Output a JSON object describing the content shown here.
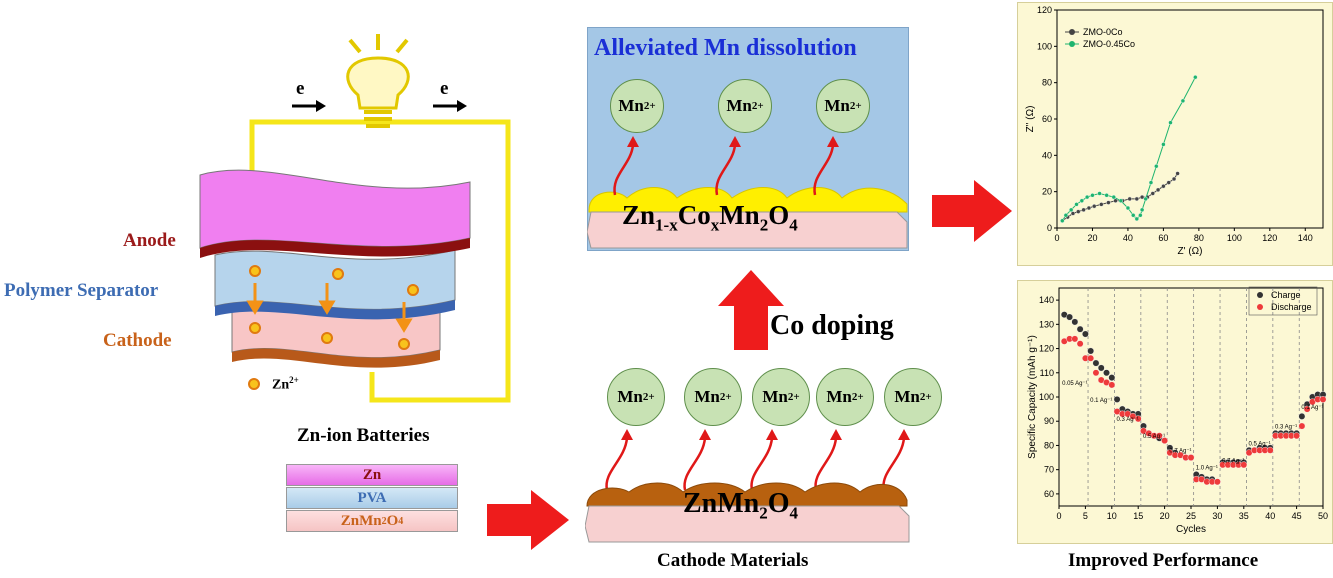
{
  "battery": {
    "electron_left": "e",
    "electron_right": "e",
    "anode": "Anode",
    "separator": "Polymer Separator",
    "cathode": "Cathode",
    "zn_ion": "Zn",
    "zn_charge": "2+",
    "title": "Zn-ion Batteries"
  },
  "stack": {
    "layer1": "Zn",
    "layer2": "PVA",
    "layer3_base": "ZnMn",
    "layer3_sub": "2",
    "layer3_tail": "O",
    "layer3_sub2": "4"
  },
  "doped": {
    "banner": "Alleviated Mn dissolution",
    "formula": {
      "p1": "Zn",
      "s1": "1-x",
      "p2": "Co",
      "s2": "x",
      "p3": "Mn",
      "s3": "2",
      "p4": "O",
      "s4": "4"
    },
    "ions": [
      "Mn",
      "Mn",
      "Mn"
    ],
    "ion_charge": "2+"
  },
  "undoped": {
    "formula": {
      "p1": "ZnMn",
      "s1": "2",
      "p2": "O",
      "s2": "4"
    },
    "ions": [
      "Mn",
      "Mn",
      "Mn",
      "Mn",
      "Mn"
    ],
    "ion_charge": "2+",
    "title": "Cathode Materials"
  },
  "co_doping": "Co doping",
  "performance_title": "Improved Performance",
  "colors": {
    "arrow_red": "#ee1c1c",
    "anode": "#f07ff0",
    "separator": "#b6d4ec",
    "cathode": "#f6c4c4",
    "ion_green": "#c8e2b4",
    "banner_blue": "#1a2fd6",
    "chart_bg": "#fcf8d4"
  },
  "chart_data": [
    {
      "type": "scatter",
      "xlabel": "Z' (Ω)",
      "ylabel": "Z'' (Ω)",
      "xlim": [
        0,
        150
      ],
      "ylim": [
        0,
        120
      ],
      "xticks": [
        "0",
        "20",
        "40",
        "60",
        "80",
        "100",
        "120",
        "140"
      ],
      "yticks": [
        "0",
        "20",
        "40",
        "60",
        "80",
        "100",
        "120"
      ],
      "legend_position": "top-left",
      "series": [
        {
          "name": "ZMO-0Co",
          "color": "#444444",
          "x": [
            3,
            6,
            9,
            12,
            15,
            18,
            21,
            25,
            29,
            33,
            37,
            41,
            45,
            48,
            51,
            54,
            57,
            60,
            63,
            66,
            68
          ],
          "y": [
            4,
            6,
            8,
            9,
            10,
            11,
            12,
            13,
            14,
            15,
            15,
            16,
            16,
            17,
            17,
            19,
            21,
            23,
            25,
            27,
            30
          ]
        },
        {
          "name": "ZMO-0.45Co",
          "color": "#1eb46e",
          "x": [
            3,
            5,
            8,
            11,
            14,
            17,
            20,
            24,
            28,
            32,
            36,
            40,
            43,
            45,
            47,
            48,
            50,
            53,
            56,
            60,
            64,
            71,
            78
          ],
          "y": [
            4,
            7,
            10,
            13,
            15,
            17,
            18,
            19,
            18,
            17,
            15,
            11,
            7,
            5,
            7,
            10,
            16,
            25,
            34,
            46,
            58,
            70,
            83
          ]
        }
      ]
    },
    {
      "type": "scatter",
      "xlabel": "Cycles",
      "ylabel": "Specific Capacity (mAh g⁻¹)",
      "xlim": [
        0,
        50
      ],
      "ylim": [
        55,
        145
      ],
      "xticks": [
        "0",
        "5",
        "10",
        "15",
        "20",
        "25",
        "30",
        "35",
        "40",
        "45",
        "50"
      ],
      "yticks": [
        "60",
        "70",
        "80",
        "90",
        "100",
        "110",
        "120",
        "130",
        "140"
      ],
      "legend_position": "top-right",
      "rate_labels": [
        "0.05 Ag⁻¹",
        "0.1 Ag⁻¹",
        "0.3 Ag⁻¹",
        "0.5 Ag⁻¹",
        "0.7 Ag⁻¹",
        "1.0 Ag⁻¹",
        "0.7 Ag⁻¹",
        "0.5 Ag⁻¹",
        "0.3 Ag⁻¹",
        "0.1 Ag⁻¹"
      ],
      "series": [
        {
          "name": "Charge",
          "color": "#333333",
          "x": [
            1,
            2,
            3,
            4,
            5,
            6,
            7,
            8,
            9,
            10,
            11,
            12,
            13,
            14,
            15,
            16,
            17,
            18,
            19,
            20,
            21,
            22,
            23,
            24,
            25,
            26,
            27,
            28,
            29,
            30,
            31,
            32,
            33,
            34,
            35,
            36,
            37,
            38,
            39,
            40,
            41,
            42,
            43,
            44,
            45,
            46,
            47,
            48,
            49,
            50
          ],
          "y": [
            134,
            133,
            131,
            128,
            126,
            119,
            114,
            112,
            110,
            108,
            99,
            95,
            94,
            93,
            93,
            88,
            85,
            84,
            83,
            82,
            79,
            77,
            76,
            75,
            75,
            68,
            67,
            66,
            66,
            65,
            73,
            73,
            73,
            73,
            73,
            78,
            78,
            79,
            79,
            79,
            85,
            85,
            85,
            85,
            85,
            92,
            97,
            100,
            101,
            101
          ]
        },
        {
          "name": "Discharge",
          "color": "#ee3b3b",
          "x": [
            1,
            2,
            3,
            4,
            5,
            6,
            7,
            8,
            9,
            10,
            11,
            12,
            13,
            14,
            15,
            16,
            17,
            18,
            19,
            20,
            21,
            22,
            23,
            24,
            25,
            26,
            27,
            28,
            29,
            30,
            31,
            32,
            33,
            34,
            35,
            36,
            37,
            38,
            39,
            40,
            41,
            42,
            43,
            44,
            45,
            46,
            47,
            48,
            49,
            50
          ],
          "y": [
            123,
            124,
            124,
            122,
            116,
            116,
            110,
            107,
            106,
            105,
            94,
            93,
            93,
            92,
            91,
            86,
            85,
            84,
            84,
            82,
            77,
            76,
            76,
            75,
            75,
            66,
            66,
            65,
            65,
            65,
            72,
            72,
            72,
            72,
            72,
            77,
            78,
            78,
            78,
            78,
            84,
            84,
            84,
            84,
            84,
            88,
            95,
            98,
            99,
            99
          ]
        }
      ]
    }
  ]
}
